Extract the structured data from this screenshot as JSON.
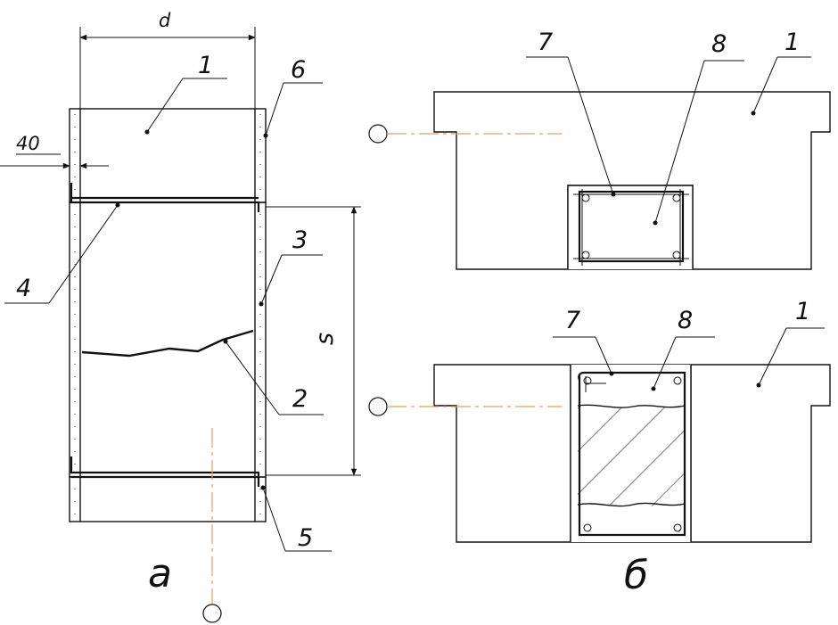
{
  "figure_a": {
    "label": "а",
    "dimensions": {
      "width": "d",
      "offset": "40",
      "spacing": "s"
    },
    "callouts": [
      "1",
      "6",
      "3",
      "4",
      "2",
      "5"
    ]
  },
  "figure_b": {
    "label": "б",
    "upper_callouts": [
      "7",
      "8",
      "1"
    ],
    "lower_callouts": [
      "7",
      "8",
      "1"
    ]
  },
  "colors": {
    "line": "#111111",
    "axis": "#e0a060",
    "background": "#ffffff"
  }
}
